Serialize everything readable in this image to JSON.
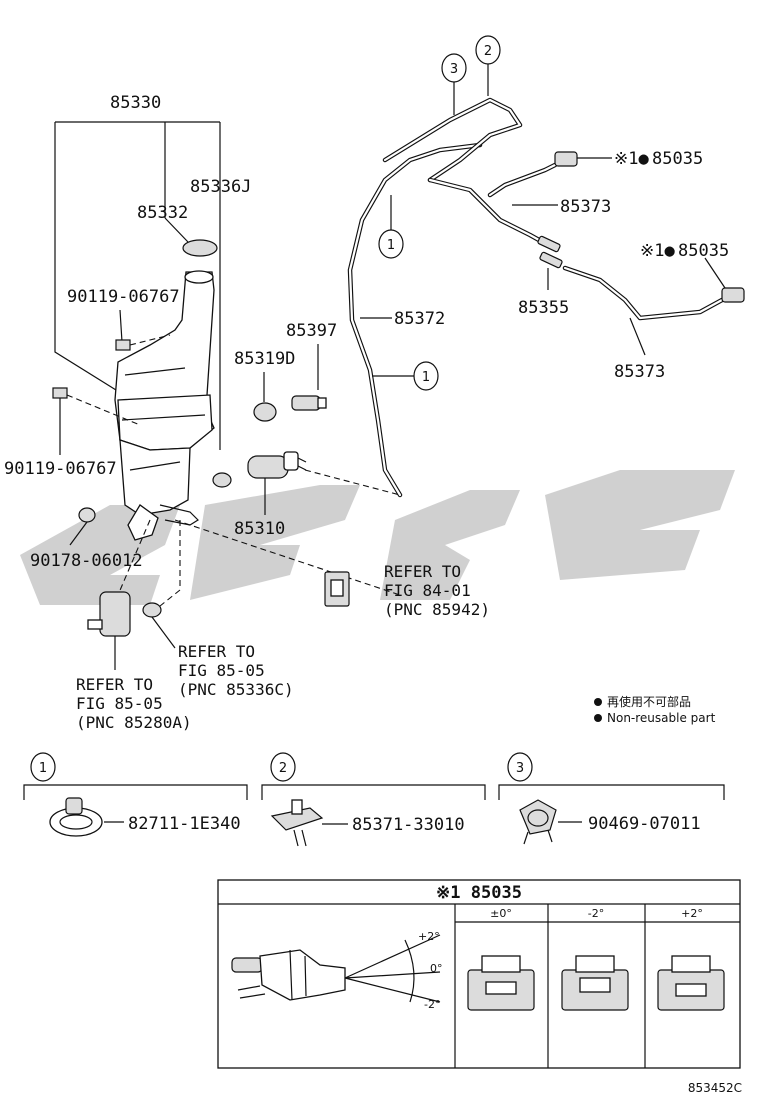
{
  "parts": {
    "reservoir_assy": "85330",
    "reservoir_cap": "85332",
    "reservoir_item_j": "85336J",
    "bolt_upper": "90119-06767",
    "bolt_lower": "90119-06767",
    "grommet_lower": "90178-06012",
    "pump_grommet": "85319D",
    "pump_fitting": "85397",
    "washer_pump": "85310",
    "hose_main": "85372",
    "hose_front": "85373",
    "hose_rear": "85373",
    "joint": "85355",
    "nozzle_top": "85035",
    "nozzle_right": "85035"
  },
  "nozzle_prefix": "※1●",
  "refs": {
    "ref1": [
      "REFER TO",
      "FIG 84-01",
      "(PNC 85942)"
    ],
    "ref2": [
      "REFER TO",
      "FIG 85-05",
      "(PNC 85336C)"
    ],
    "ref3": [
      "REFER TO",
      "FIG 85-05",
      "(PNC 85280A)"
    ]
  },
  "callouts": {
    "c1": "1",
    "c2": "2",
    "c3": "3"
  },
  "legend": {
    "line_jp": "再使用不可部品",
    "line_en": "Non-reusable part"
  },
  "clips": [
    {
      "num": "1",
      "part": "82711-1E340"
    },
    {
      "num": "2",
      "part": "85371-33010"
    },
    {
      "num": "3",
      "part": "90469-07011"
    }
  ],
  "detail_box": {
    "title": "※1 85035",
    "angles": {
      "plus2": "+2°",
      "zero": "0°",
      "minus2": "-2°"
    },
    "columns": [
      "±0°",
      "-2°",
      "+2°"
    ]
  },
  "figure_id": "853452C"
}
